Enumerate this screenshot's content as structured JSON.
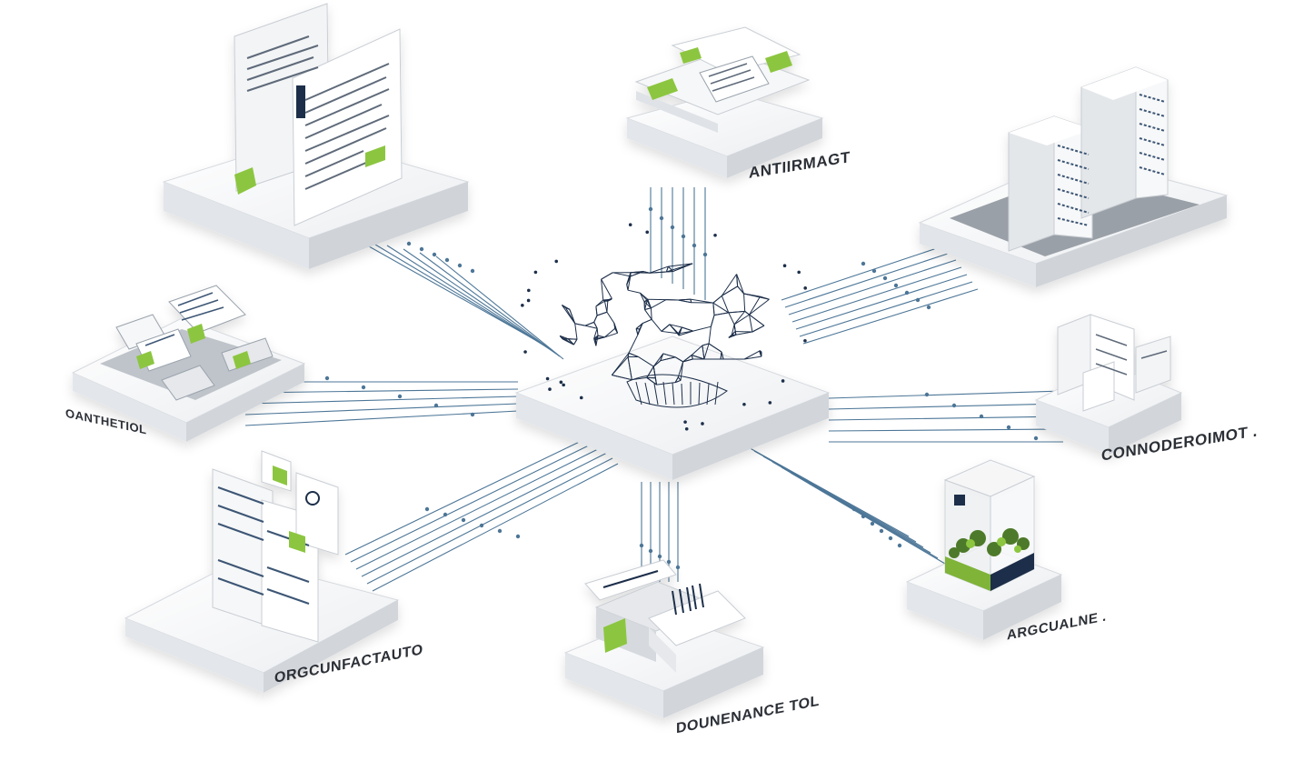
{
  "labels": {
    "top_center": "ANTIIRMAGT",
    "left_mid": "OANTHETIOL",
    "right_mid": "CONNODEROIMOT .",
    "bottom_left": "ORGCUNFACTAUTO",
    "bottom_center": "DOUNENANCE TOL",
    "bottom_right": "ARGCUALNE ."
  },
  "colors": {
    "accent_green": "#8cc63f",
    "line_blue": "#2e5f86",
    "dark_navy": "#1d2f4a",
    "platform_gray": "#eef0f2"
  },
  "icons": {
    "hub": "brain-network-icon",
    "documents": "document-stack-icon",
    "cards": "card-stack-icon",
    "servers": "server-tower-icon",
    "components": "module-cluster-icon",
    "forms": "form-panels-icon",
    "scanner": "scanner-device-icon",
    "device": "device-rack-icon",
    "terrarium": "plant-container-icon"
  }
}
